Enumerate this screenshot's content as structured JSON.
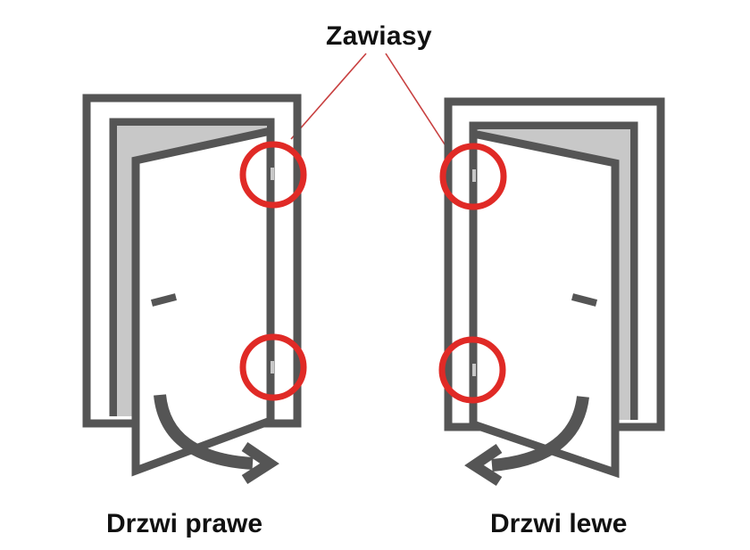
{
  "title": "Zawiasy",
  "doors": {
    "right": {
      "label": "Drzwi prawe"
    },
    "left": {
      "label": "Drzwi lewe"
    }
  },
  "colors": {
    "frame": "#555555",
    "frame_fill": "#c8c8c8",
    "highlight": "#e02a26",
    "pointer_line": "#c84040",
    "hinge_pin": "#c8c8c8",
    "text": "#111111"
  },
  "icons": [
    "door-right-icon",
    "door-left-icon",
    "hinge-highlight-circle",
    "opening-arrow-icon"
  ]
}
